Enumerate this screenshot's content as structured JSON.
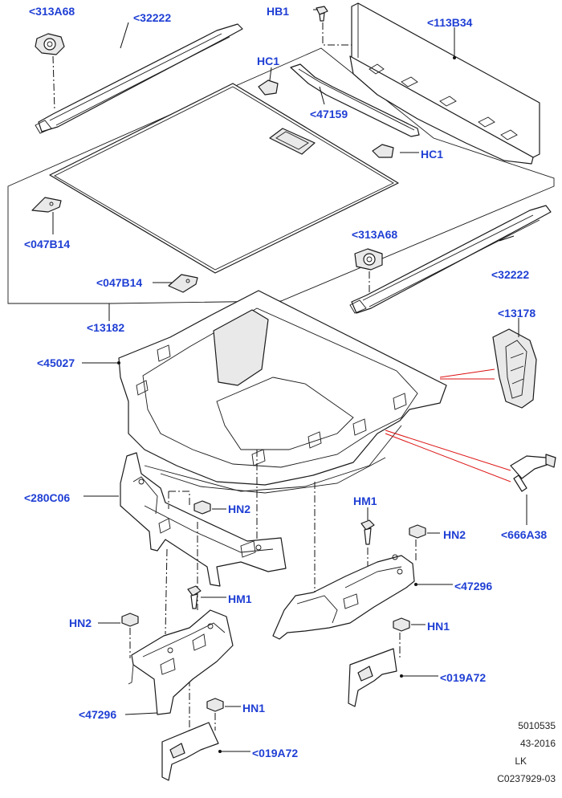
{
  "callouts": {
    "c_313a68_top": "<313A68",
    "c_32222_top": "<32222",
    "c_hb1": "HB1",
    "c_113b34": "<113B34",
    "c_hc1_a": "HC1",
    "c_47159": "<47159",
    "c_hc1_b": "HC1",
    "c_313a68_mid": "<313A68",
    "c_047b14_a": "<047B14",
    "c_047b14_b": "<047B14",
    "c_32222_mid": "<32222",
    "c_13182": "<13182",
    "c_13178": "<13178",
    "c_45027": "<45027",
    "c_280c06": "<280C06",
    "c_hn2_a": "HN2",
    "c_666a38": "<666A38",
    "c_hm1_a": "HM1",
    "c_hn2_b": "HN2",
    "c_47296_a": "<47296",
    "c_hm1_b": "HM1",
    "c_hn2_c": "HN2",
    "c_hn1_a": "HN1",
    "c_019a72_a": "<019A72",
    "c_47296_b": "<47296",
    "c_hn1_b": "HN1",
    "c_019a72_b": "<019A72"
  },
  "reference": {
    "line1": "5010535",
    "line2": "43-2016",
    "line3": "LK",
    "line4": "C0237929-03"
  },
  "colors": {
    "callout": "#1f3fd4",
    "line": "#111111",
    "highlight_leader": "#dd1111"
  }
}
